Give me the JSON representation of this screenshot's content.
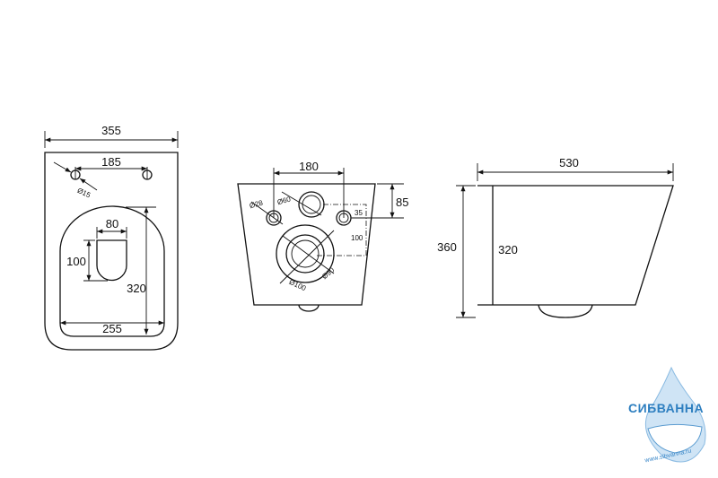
{
  "top_view": {
    "width": "355",
    "hole_spacing": "185",
    "hole_dia": "Ø15",
    "seat_length": "320",
    "seat_width": "255",
    "opening_width": "80",
    "opening_length": "100"
  },
  "rear_view": {
    "pipe_spacing": "180",
    "inlet_dia": "Ø60",
    "bolt_dia": "Ø28",
    "height_to_bolts": "85",
    "offset_35": "35",
    "offset_100": "100",
    "outlet_inner_dia": "Ø90",
    "outlet_outer_dia": "Ø100"
  },
  "side_view": {
    "length": "530",
    "total_height": "360",
    "body_height": "320"
  },
  "logo": {
    "brand": "СИБВАННА",
    "url": "www.sibvanna.ru",
    "color": "#2e7fc0"
  }
}
